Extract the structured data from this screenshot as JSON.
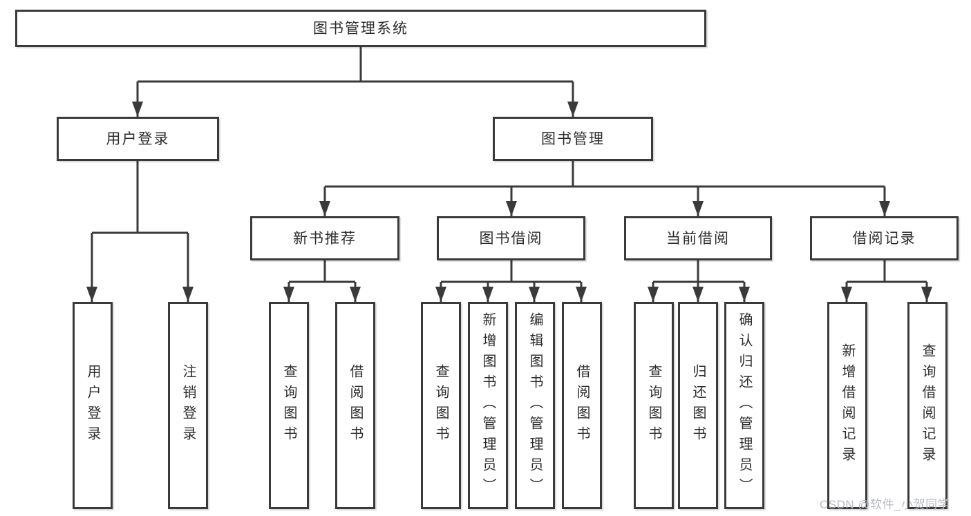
{
  "diagram": {
    "root": {
      "label": "图书管理系统"
    },
    "level2": [
      {
        "label": "用户登录"
      },
      {
        "label": "图书管理"
      }
    ],
    "level3": [
      {
        "label": "新书推荐"
      },
      {
        "label": "图书借阅"
      },
      {
        "label": "当前借阅"
      },
      {
        "label": "借阅记录"
      }
    ],
    "leaves": [
      {
        "label": "用户登录"
      },
      {
        "label": "注销登录"
      },
      {
        "label": "查询图书"
      },
      {
        "label": "借阅图书"
      },
      {
        "label": "查询图书"
      },
      {
        "label": "新增图书（管理员）"
      },
      {
        "label": "编辑图书（管理员）"
      },
      {
        "label": "借阅图书"
      },
      {
        "label": "查询图书"
      },
      {
        "label": "归还图书"
      },
      {
        "label": "确认归还（管理员）"
      },
      {
        "label": "新增借阅记录"
      },
      {
        "label": "查询借阅记录"
      }
    ],
    "watermark": "CSDN @软件_小贺同学",
    "colors": {
      "line": "#3a3a3a",
      "box_border": "#3a3a3a",
      "text": "#2d2d2d",
      "watermark": "#b7bbc2",
      "background": "#ffffff"
    }
  }
}
